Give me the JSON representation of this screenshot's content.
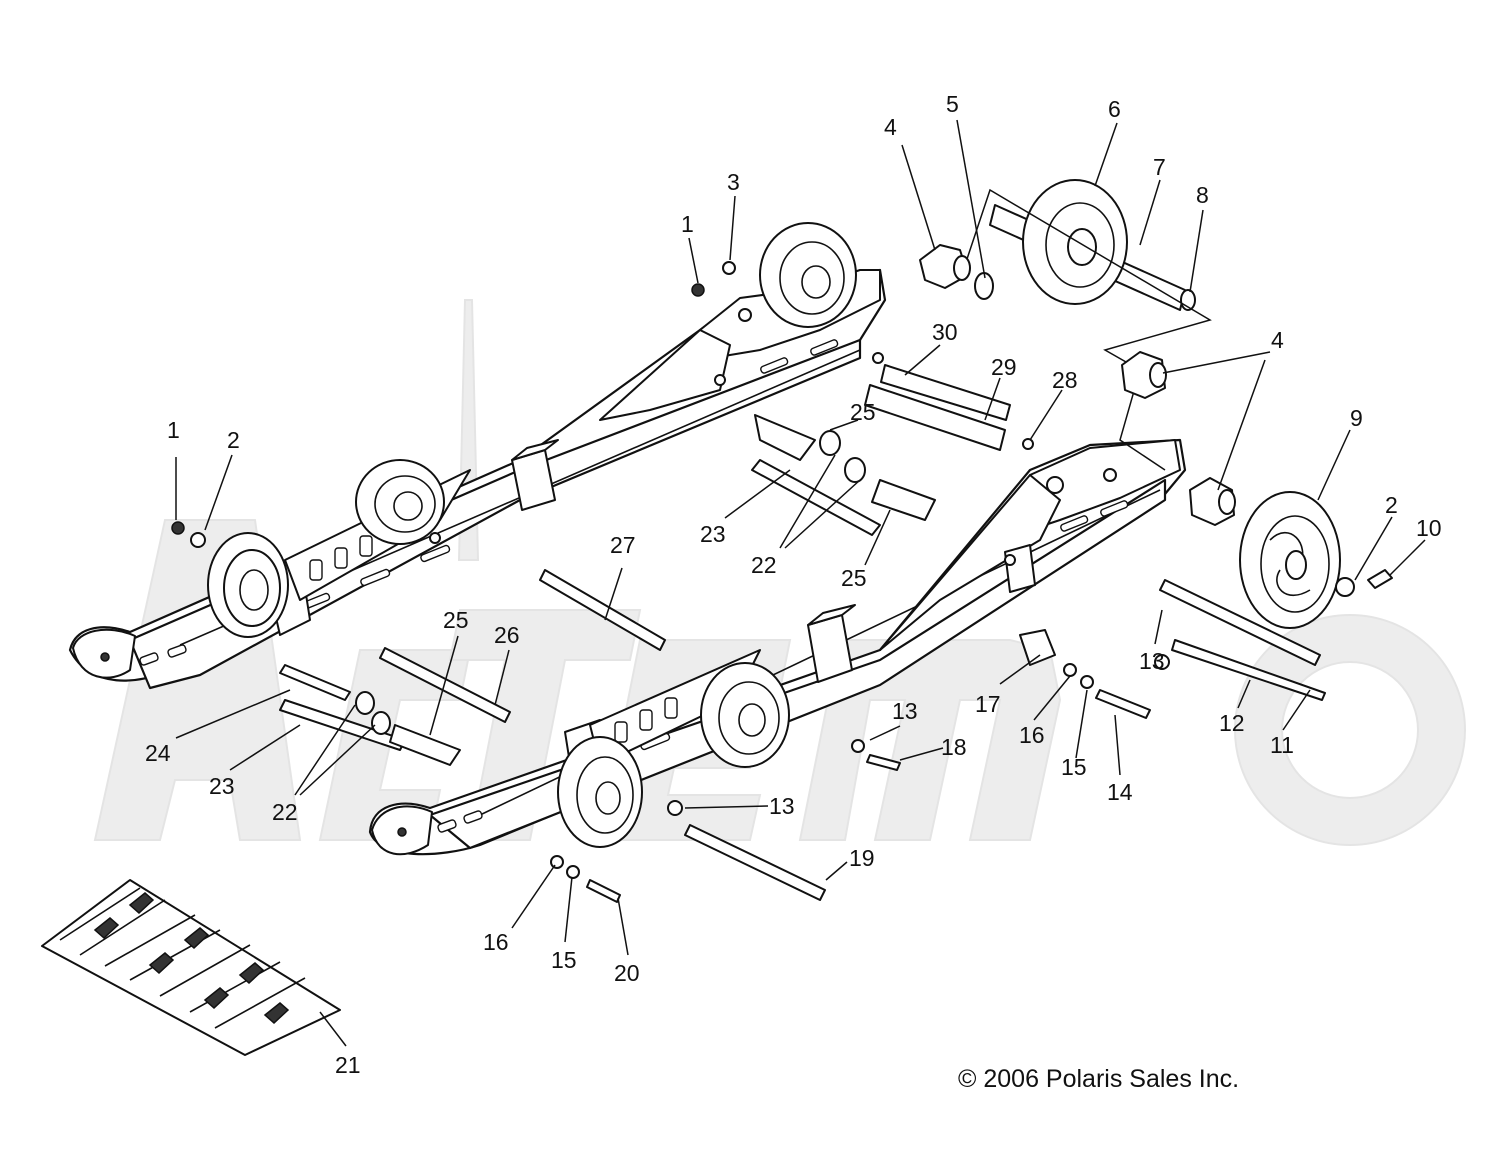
{
  "diagram": {
    "callouts": [
      "1",
      "2",
      "3",
      "4",
      "5",
      "6",
      "7",
      "8",
      "9",
      "10",
      "11",
      "12",
      "13",
      "14",
      "15",
      "16",
      "17",
      "18",
      "19",
      "20",
      "21",
      "22",
      "23",
      "24",
      "25",
      "26",
      "27",
      "28",
      "29",
      "30"
    ],
    "labels": [
      {
        "id": "l1a",
        "text": "1"
      },
      {
        "id": "l2a",
        "text": "2"
      },
      {
        "id": "l1b",
        "text": "1"
      },
      {
        "id": "l3",
        "text": "3"
      },
      {
        "id": "l4a",
        "text": "4"
      },
      {
        "id": "l5",
        "text": "5"
      },
      {
        "id": "l6",
        "text": "6"
      },
      {
        "id": "l7",
        "text": "7"
      },
      {
        "id": "l8",
        "text": "8"
      },
      {
        "id": "l4b",
        "text": "4"
      },
      {
        "id": "l30",
        "text": "30"
      },
      {
        "id": "l29",
        "text": "29"
      },
      {
        "id": "l28",
        "text": "28"
      },
      {
        "id": "l25a",
        "text": "25"
      },
      {
        "id": "l9",
        "text": "9"
      },
      {
        "id": "l2b",
        "text": "2"
      },
      {
        "id": "l10",
        "text": "10"
      },
      {
        "id": "l23a",
        "text": "23"
      },
      {
        "id": "l22a",
        "text": "22"
      },
      {
        "id": "l25b",
        "text": "25"
      },
      {
        "id": "l27",
        "text": "27"
      },
      {
        "id": "l13a",
        "text": "13"
      },
      {
        "id": "l25c",
        "text": "25"
      },
      {
        "id": "l26",
        "text": "26"
      },
      {
        "id": "l17",
        "text": "17"
      },
      {
        "id": "l16a",
        "text": "16"
      },
      {
        "id": "l15a",
        "text": "15"
      },
      {
        "id": "l12",
        "text": "12"
      },
      {
        "id": "l11",
        "text": "11"
      },
      {
        "id": "l13b",
        "text": "13"
      },
      {
        "id": "l18",
        "text": "18"
      },
      {
        "id": "l14",
        "text": "14"
      },
      {
        "id": "l24",
        "text": "24"
      },
      {
        "id": "l23b",
        "text": "23"
      },
      {
        "id": "l22b",
        "text": "22"
      },
      {
        "id": "l13c",
        "text": "13"
      },
      {
        "id": "l19",
        "text": "19"
      },
      {
        "id": "l16b",
        "text": "16"
      },
      {
        "id": "l15b",
        "text": "15"
      },
      {
        "id": "l20",
        "text": "20"
      },
      {
        "id": "l21",
        "text": "21"
      }
    ],
    "copyright": "© 2006 Polaris Sales Inc.",
    "watermark": "Arctic Cat"
  }
}
